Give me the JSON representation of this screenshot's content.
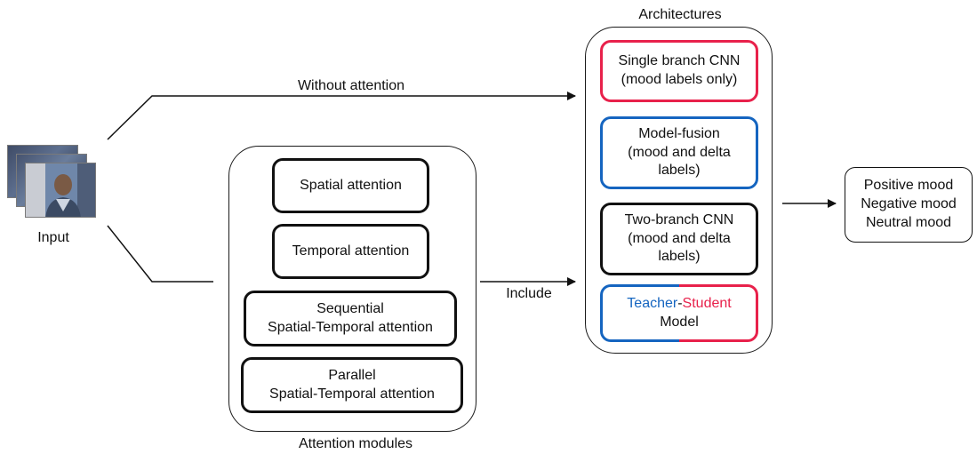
{
  "input": {
    "label": "Input"
  },
  "edges": {
    "without_attention": "Without attention",
    "include": "Include"
  },
  "attention_modules": {
    "title": "Attention modules",
    "items": [
      [
        "Spatial attention"
      ],
      [
        "Temporal attention"
      ],
      [
        "Sequential",
        "Spatial-Temporal attention"
      ],
      [
        "Parallel",
        "Spatial-Temporal attention"
      ]
    ]
  },
  "architectures": {
    "title": "Architectures",
    "single_branch": [
      "Single branch CNN",
      "(mood labels only)"
    ],
    "model_fusion": [
      "Model-fusion",
      "(mood and delta",
      "labels)"
    ],
    "two_branch": [
      "Two-branch CNN",
      "(mood and delta",
      "labels)"
    ],
    "teacher_student": {
      "teacher": "Teacher",
      "dash": "-",
      "student": "Student",
      "line2": "Model"
    }
  },
  "output": {
    "lines": [
      "Positive mood",
      "Negative mood",
      "Neutral mood"
    ]
  },
  "colors": {
    "red": "#e8214b",
    "blue": "#1565c0",
    "black": "#111111"
  }
}
